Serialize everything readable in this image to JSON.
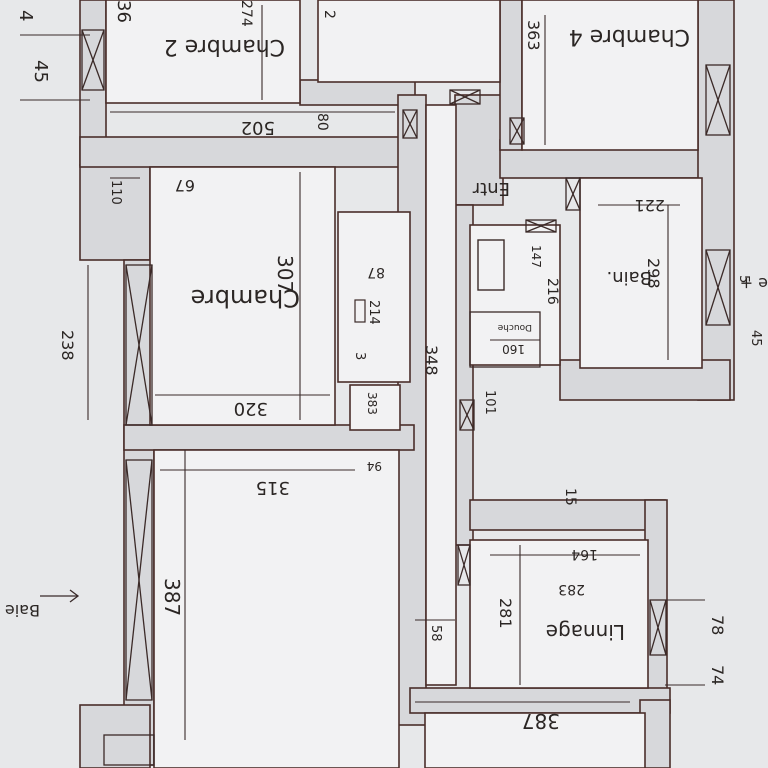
{
  "rooms": {
    "chambre2": "Chambre 2",
    "chambre4": "Chambre 4",
    "chambre": "Chambre",
    "entree": "Entr",
    "bain": "Bain.",
    "bain_prefix": "e +",
    "linge": "Linnage",
    "douche": "Douche",
    "baie": "Baie"
  },
  "dims": {
    "d45": "45",
    "d4": "4",
    "d36": "36",
    "d274": "274",
    "d2": "2",
    "d363": "363",
    "d502": "502",
    "d80": "80",
    "d110": "110",
    "d67": "67",
    "d307": "307",
    "d147": "147",
    "d216": "216",
    "d221": "221",
    "d298": "298",
    "d238": "238",
    "d87": "87",
    "d214": "214",
    "d3": "3",
    "d160": "160",
    "d101": "101",
    "d320": "320",
    "d383": "383",
    "d94": "94",
    "d348": "348",
    "d315": "315",
    "d15": "15",
    "d164": "164",
    "d283": "283",
    "d281": "281",
    "d387a": "387",
    "d387b": "387",
    "d58": "58",
    "d78": "78",
    "d74": "74",
    "d45b": "45",
    "d5": "5"
  }
}
